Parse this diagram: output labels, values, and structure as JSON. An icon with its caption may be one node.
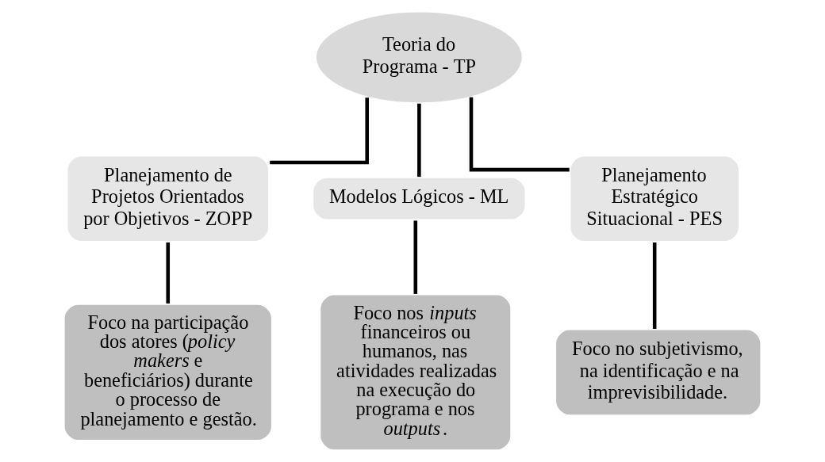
{
  "diagram": {
    "nodes": [
      {
        "text": [
          "Teoria do Programa - TP"
        ]
      },
      {
        "text": [
          "Planejamento de Projetos Orientados por Objetivos - ZOPP"
        ]
      },
      {
        "text": [
          "Modelos Lógicos - ML"
        ]
      },
      {
        "text": [
          "Planejamento Estratégico Situacional - PES"
        ]
      },
      {
        "text": [
          "Foco na participação dos atores (*policy makers* e beneficiários) durante o processo de planejamento e gestão."
        ]
      },
      {
        "text": [
          "Foco nos *inputs* financeiros ou humanos, nas atividades realizadas na execução do programa e nos *outputs*."
        ]
      },
      {
        "text": [
          "Foco no subjetivismo, na identificação e na imprevisibilidade."
        ]
      }
    ],
    "edges": [
      {
        "from": 0,
        "to": 1,
        "arrow": "none"
      },
      {
        "from": 0,
        "to": 2,
        "arrow": "none"
      },
      {
        "from": 0,
        "to": 3,
        "arrow": "none"
      },
      {
        "from": 1,
        "to": 4,
        "arrow": "none"
      },
      {
        "from": 2,
        "to": 5,
        "arrow": "none"
      },
      {
        "from": 3,
        "to": 6,
        "arrow": "none"
      }
    ]
  }
}
